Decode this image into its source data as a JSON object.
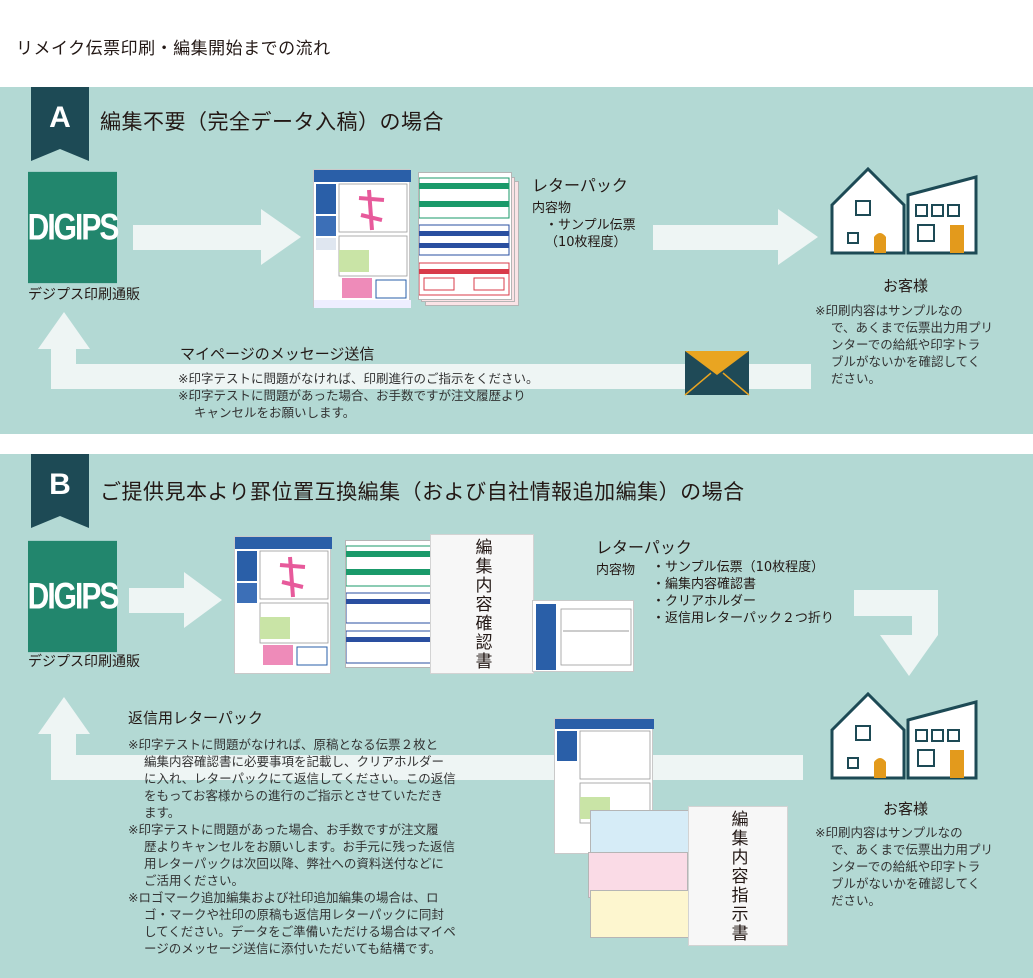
{
  "page_title": "リメイク伝票印刷・編集開始までの流れ",
  "section_a": {
    "badge": "A",
    "heading": "編集不要（完全データ入稿）の場合",
    "logo_text": "DIGIPS",
    "shop_label": "デジプス印刷通販",
    "letterpack_title": "レターパック",
    "contents_label": "内容物",
    "contents_item": "・サンプル伝票",
    "contents_qty": "（10枚程度）",
    "customer_label": "お客様",
    "customer_note": [
      "※印刷内容はサンプルなの",
      "で、あくまで伝票出力用プリ",
      "ンターでの給紙や印字トラ",
      "ブルがないかを確認してく",
      "ださい。"
    ],
    "message_title": "マイページのメッセージ送信",
    "message_notes": [
      "※印字テストに問題がなければ、印刷進行のご指示をください。",
      "※印字テストに問題があった場合、お手数ですが注文履歴より",
      "キャンセルをお願いします。"
    ]
  },
  "section_b": {
    "badge": "B",
    "heading": "ご提供見本より罫位置互換編集（および自社情報追加編集）の場合",
    "logo_text": "DIGIPS",
    "shop_label": "デジプス印刷通販",
    "holder_text": "編集内容確認書",
    "letterpack_title": "レターパック",
    "contents_label": "内容物",
    "contents_items": [
      "・サンプル伝票（10枚程度）",
      "・編集内容確認書",
      "・クリアホルダー",
      "・返信用レターパック２つ折り"
    ],
    "customer_label": "お客様",
    "customer_note": [
      "※印刷内容はサンプルなの",
      "で、あくまで伝票出力用プリ",
      "ンターでの給紙や印字トラ",
      "ブルがないかを確認してく",
      "ださい。"
    ],
    "return_title": "返信用レターパック",
    "return_notes": [
      "※印字テストに問題がなければ、原稿となる伝票２枚と",
      "編集内容確認書に必要事項を記載し、クリアホルダー",
      "に入れ、レターパックにて返信してください。この返信",
      "をもってお客様からの進行のご指示とさせていただき",
      "ます。",
      "※印字テストに問題があった場合、お手数ですが注文履",
      "歴よりキャンセルをお願いします。お手元に残った返信",
      "用レターパックは次回以降、弊社への資料送付などに",
      "ご活用ください。",
      "※ロゴマーク追加編集および社印追加編集の場合は、ロ",
      "ゴ・マークや社印の原稿も返信用レターパックに同封",
      "してください。データをご準備いただける場合はマイペ",
      "ージのメッセージ送信に添付いただいても結構です。"
    ],
    "instruction_text": "編集内容指示書"
  },
  "colors": {
    "panel": "#b3d9d4",
    "badge": "#1d4a55",
    "logo": "#22866d",
    "arrow": "#eef5f4",
    "envelope": "#e9a521",
    "envelope_body": "#1f4a57",
    "door": "#e39a1c"
  },
  "icons": [
    "right-arrow-icon",
    "down-arrow-icon",
    "up-arrow-icon",
    "envelope-icon",
    "house-icon"
  ]
}
